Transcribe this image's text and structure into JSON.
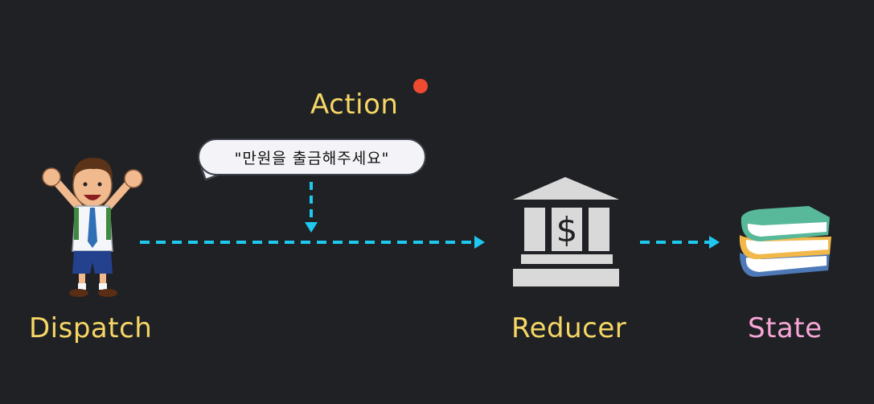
{
  "diagram": {
    "action_label": "Action",
    "action_message": "\"만원을 출금해주세요\"",
    "dispatch_label": "Dispatch",
    "reducer_label": "Reducer",
    "state_label": "State"
  },
  "icons": {
    "dispatch": "boy-cheering-icon",
    "reducer": "bank-icon",
    "state": "books-icon",
    "notification": "red-dot-icon"
  },
  "colors": {
    "background": "#202124",
    "label_yellow": "#f6d766",
    "label_pink": "#f7a6d8",
    "arrow_cyan": "#1ec8f0",
    "dot_red": "#ee4a32",
    "bank_gray": "#d9d9d9"
  }
}
